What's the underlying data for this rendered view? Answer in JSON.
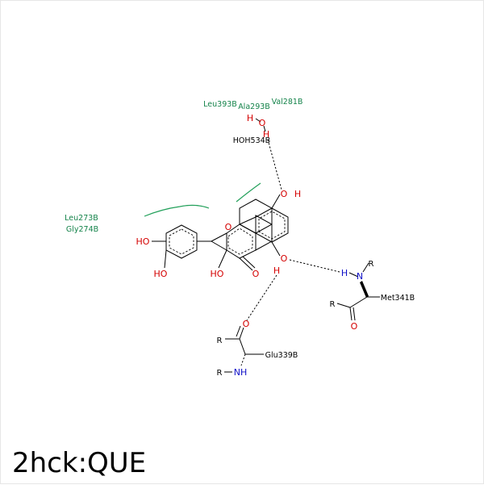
{
  "title": "2hck:QUE",
  "residues": {
    "leu393": "Leu393B",
    "ala293": "Ala293B",
    "val281": "Val281B",
    "hoh534": "HOH534B",
    "leu273": "Leu273B",
    "gly274": "Gly274B",
    "met341": "Met341B",
    "glu339": "Glu339B"
  },
  "atoms": {
    "o": "O",
    "oh": "OH",
    "ho": "HO",
    "h": "H",
    "n": "N",
    "nh": "NH",
    "r": "R"
  },
  "colors": {
    "oxygen": "#d40000",
    "nitrogen": "#1010c8",
    "hydrophobic": "#22a05a",
    "residue_label": "#14834a"
  }
}
